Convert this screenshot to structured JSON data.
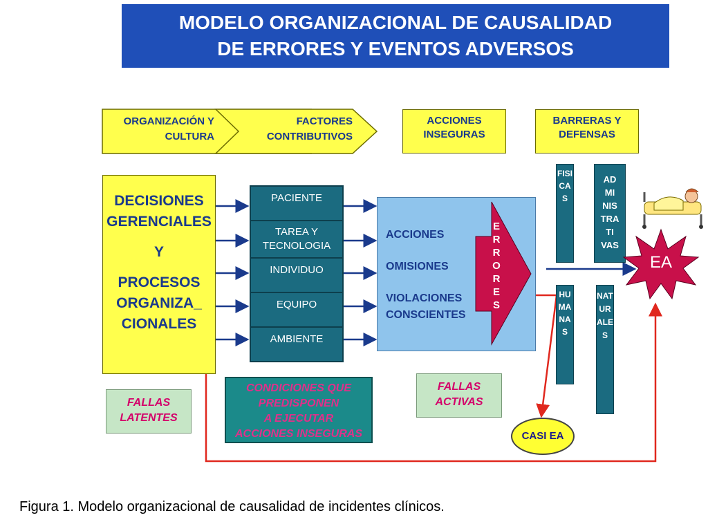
{
  "title": {
    "line1": "MODELO ORGANIZACIONAL DE CAUSALIDAD",
    "line2": "DE ERRORES Y EVENTOS ADVERSOS"
  },
  "headers": {
    "org_l1": "ORGANIZACIÓN Y",
    "org_l2": "CULTURA",
    "fac_l1": "FACTORES",
    "fac_l2": "CONTRIBUTIVOS",
    "acc_l1": "ACCIONES",
    "acc_l2": "INSEGURAS",
    "bar_l1": "BARRERAS Y",
    "bar_l2": "DEFENSAS"
  },
  "decisiones": {
    "l1": "DECISIONES",
    "l2": "GERENCIALES",
    "l3": "Y",
    "l4": "PROCESOS",
    "l5": "ORGANIZA_",
    "l6": "CIONALES"
  },
  "factors": {
    "f1": "PACIENTE",
    "f2a": "TAREA Y",
    "f2b": "TECNOLOGIA",
    "f3": "INDIVIDUO",
    "f4": "EQUIPO",
    "f5": "AMBIENTE"
  },
  "acciones": {
    "a1": "ACCIONES",
    "a2": "OMISIONES",
    "a3": "VIOLACIONES",
    "a4": "CONSCIENTES"
  },
  "errores_word": "ERRORES",
  "barriers": {
    "fisicas": "FISICAS",
    "humanas": "HUMANAS",
    "naturales": "NATURALES",
    "adm_l1": "AD",
    "adm_l2": "MI",
    "adm_l3": "NIS",
    "adm_l4": "TRA",
    "adm_l5": "TI",
    "adm_l6": "VAS"
  },
  "ea": "EA",
  "casi_ea": "CASI EA",
  "labels": {
    "fallas_latentes_l1": "FALLAS",
    "fallas_latentes_l2": "LATENTES",
    "condiciones_l1": "CONDICIONES QUE",
    "condiciones_l2": "PREDISPONEN",
    "condiciones_l3": "A EJECUTAR",
    "condiciones_l4": "ACCIONES INSEGURAS",
    "fallas_activas_l1": "FALLAS",
    "fallas_activas_l2": "ACTIVAS"
  },
  "caption": "Figura 1. Modelo organizacional de causalidad de incidentes clínicos.",
  "colors": {
    "title_bg": "#1f4fb8",
    "yellow": "#ffff4d",
    "teal": "#1b6b80",
    "light_blue": "#8fc4ec",
    "errores_red": "#c8104a",
    "red_arrow": "#e0281e",
    "green": "#c6e6c6",
    "magenta": "#d4006a"
  }
}
